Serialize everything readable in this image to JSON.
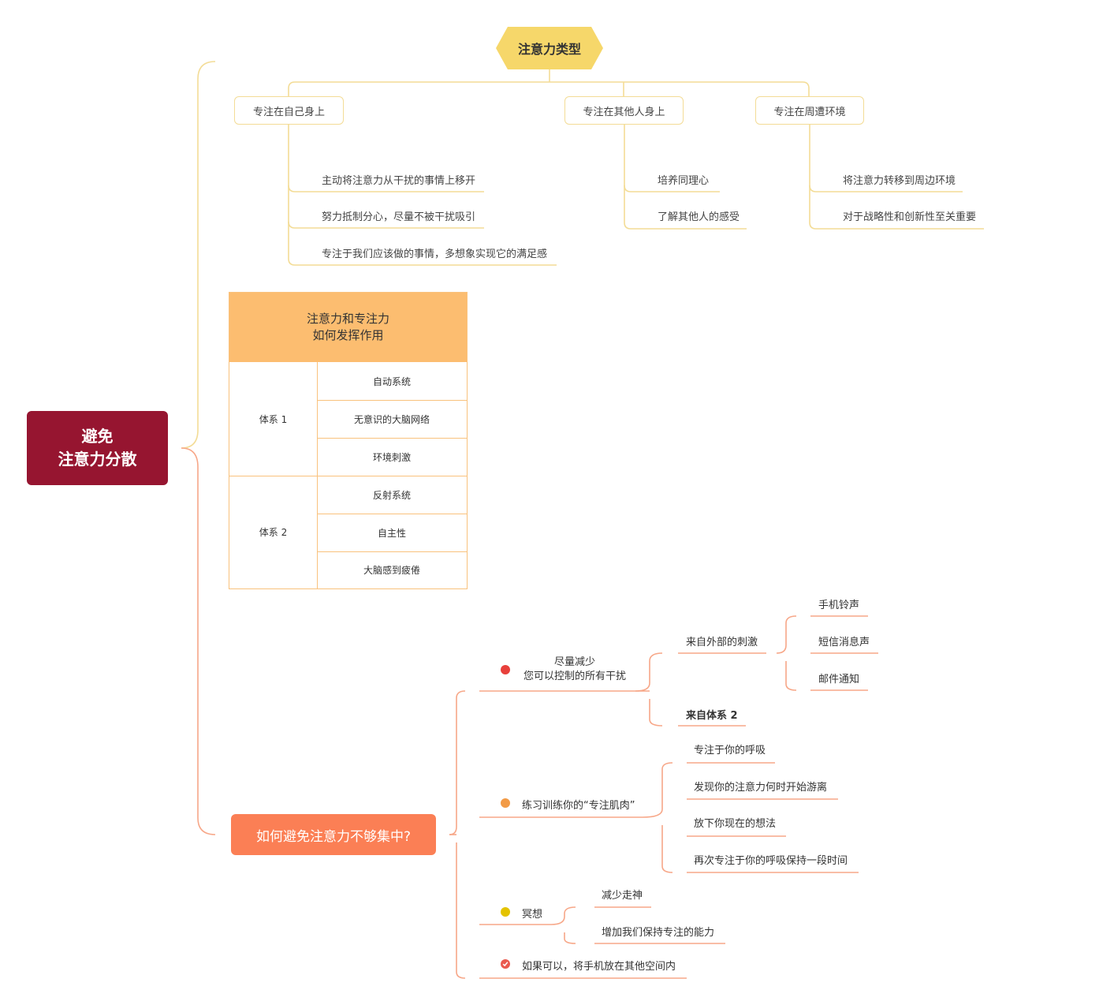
{
  "root": {
    "line1": "避免",
    "line2": "注意力分散"
  },
  "attention_types": {
    "title": "注意力类型",
    "branches": [
      {
        "label": "专注在自己身上",
        "items": [
          "主动将注意力从干扰的事情上移开",
          "努力抵制分心，尽量不被干扰吸引",
          "专注于我们应该做的事情，多想象实现它的满足感"
        ]
      },
      {
        "label": "专注在其他人身上",
        "items": [
          "培养同理心",
          "了解其他人的感受"
        ]
      },
      {
        "label": "专注在周遭环境",
        "items": [
          "将注意力转移到周边环境",
          "对于战略性和创新性至关重要"
        ]
      }
    ]
  },
  "table": {
    "header_line1": "注意力和专注力",
    "header_line2": "如何发挥作用",
    "system1": {
      "label": "体系 1",
      "items": [
        "自动系统",
        "无意识的大脑网络",
        "环境刺激"
      ]
    },
    "system2": {
      "label": "体系 2",
      "items": [
        "反射系统",
        "自主性",
        "大脑感到疲倦"
      ]
    }
  },
  "how_to": {
    "title": "如何避免注意力不够集中?",
    "reduce": {
      "line1": "尽量减少",
      "line2": "您可以控制的所有干扰",
      "external": {
        "label": "来自外部的刺激",
        "items": [
          "手机铃声",
          "短信消息声",
          "邮件通知"
        ]
      },
      "system2": "来自体系 2"
    },
    "practice": {
      "label": "练习训练你的“专注肌肉”",
      "items": [
        "专注于你的呼吸",
        "发现你的注意力何时开始游离",
        "放下你现在的想法",
        "再次专注于你的呼吸保持一段时间"
      ]
    },
    "meditate": {
      "label": "冥想",
      "items": [
        "减少走神",
        "增加我们保持专注的能力"
      ]
    },
    "phone": {
      "label": "如果可以，将手机放在其他空间内"
    }
  },
  "colors": {
    "root": "#961530",
    "yellow": "#f6d76a",
    "yellow_line": "#f3dc96",
    "orange": "#fb7f55",
    "orange_line": "#f7a788",
    "table_header": "#fcbd70",
    "dot_red": "#e8403b",
    "dot_orange": "#f29a45",
    "dot_yellow": "#e4c300",
    "dot_check": "#ea5a4f"
  }
}
